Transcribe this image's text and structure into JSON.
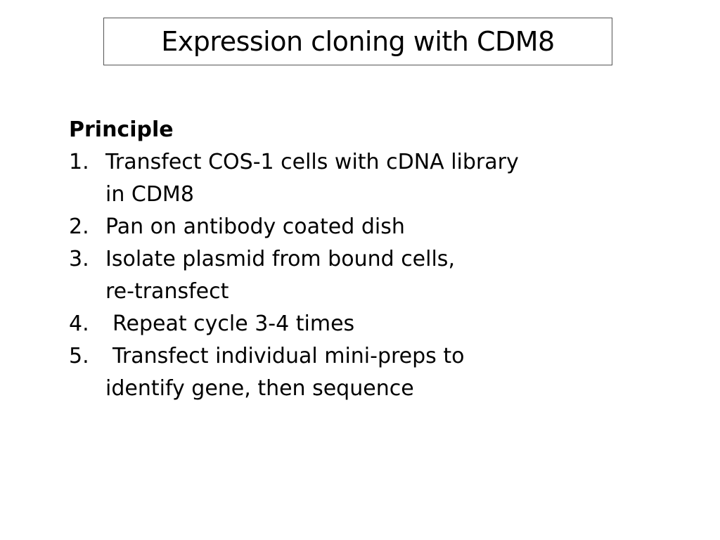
{
  "slide": {
    "title": "Expression cloning with CDM8",
    "heading": "Principle",
    "items": [
      {
        "number": "1.",
        "lines": [
          "Transfect COS-1 cells with cDNA library",
          "in CDM8"
        ]
      },
      {
        "number": "2.",
        "lines": [
          "Pan on antibody coated dish"
        ]
      },
      {
        "number": "3.",
        "lines": [
          "Isolate plasmid from bound cells,",
          "re-transfect"
        ]
      },
      {
        "number": "4.",
        "lines": [
          "Repeat cycle 3-4 times"
        ]
      },
      {
        "number": "5.",
        "lines": [
          "Transfect individual mini-preps to",
          "identify gene, then sequence"
        ]
      }
    ]
  }
}
